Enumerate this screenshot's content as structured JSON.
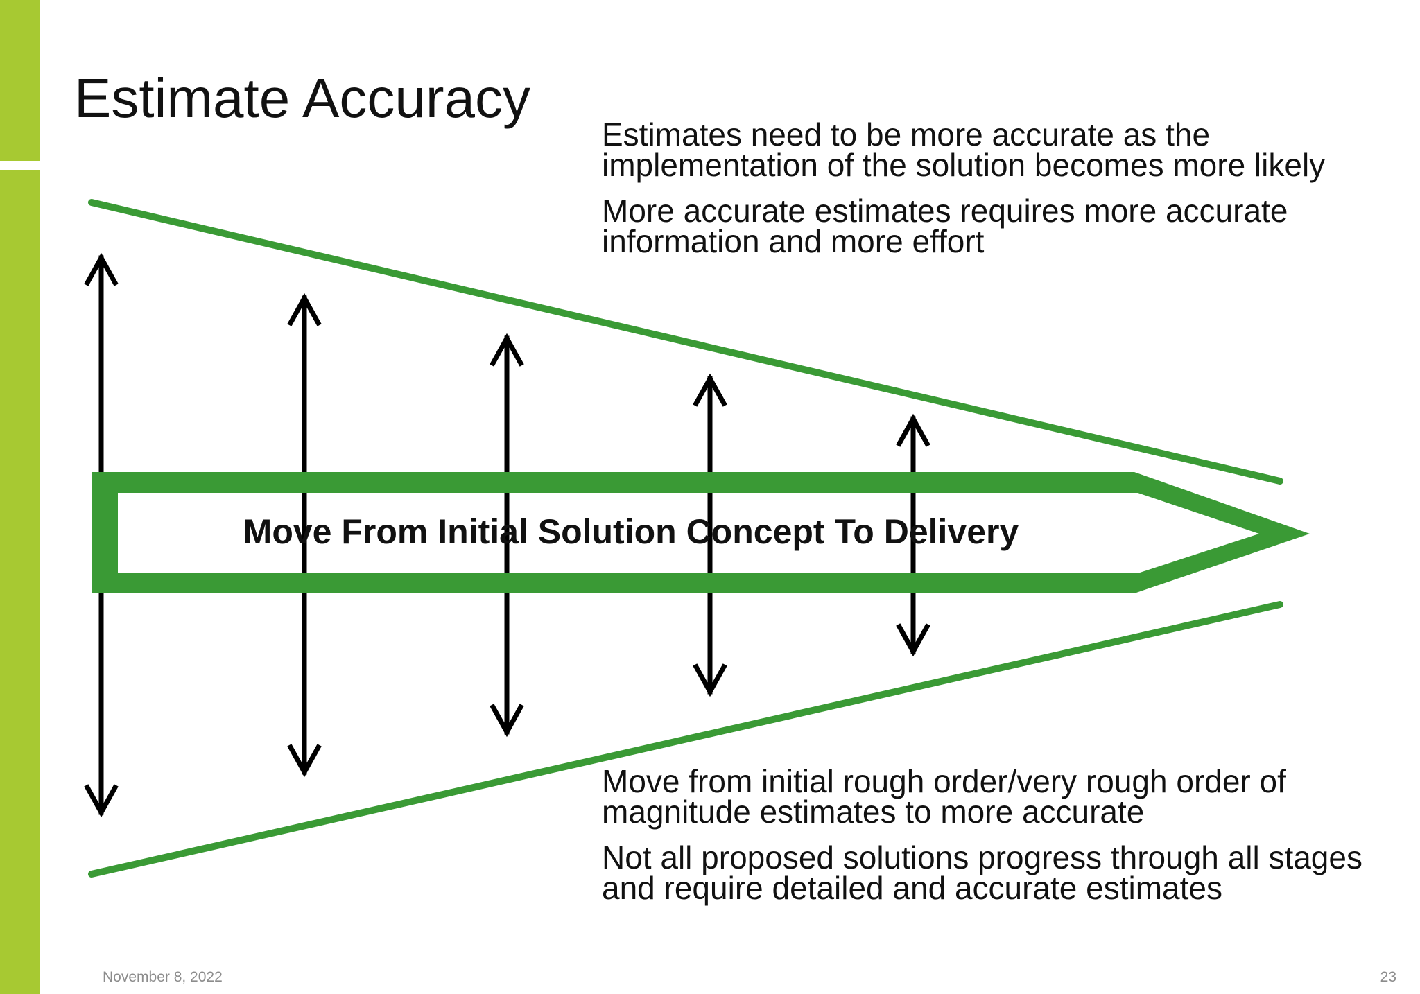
{
  "slide": {
    "title": "Estimate Accuracy",
    "top_notes": [
      "Estimates need to be more accurate as the implementation of the solution becomes more likely",
      "More accurate estimates requires more accurate information and more effort"
    ],
    "banner_label": "Move From Initial Solution Concept To Delivery",
    "bottom_notes": [
      "Move from initial rough order/very rough order of magnitude estimates to more accurate",
      "Not all proposed solutions progress through all stages and require detailed and accurate estimates"
    ],
    "footer": {
      "date": "November 8, 2022",
      "page_number": "23"
    }
  },
  "colors": {
    "accent": "#a7c932",
    "funnel_green": "#3a9a35",
    "arrow_black": "#000000",
    "text": "#111111",
    "footer_text": "#8c8c8c"
  }
}
